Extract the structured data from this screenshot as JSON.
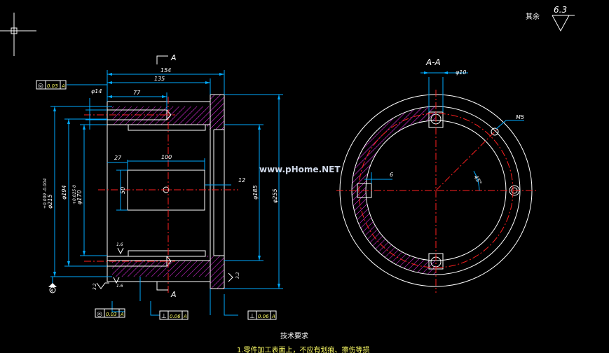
{
  "roughness": {
    "label": "其余",
    "value": "6.3"
  },
  "section": {
    "title": "A-A",
    "arrow_label": "A"
  },
  "dims": {
    "d154": "154",
    "d135": "135",
    "d77": "77",
    "phi14": "φ14",
    "d27": "27",
    "d100": "100",
    "d50": "50",
    "d12": "12",
    "phi185": "φ185",
    "phi255": "φ255",
    "phi215": "φ215",
    "phi215_tol": "+0.009 -0.004",
    "phi194": "φ194",
    "phi170": "φ170",
    "phi170_tol": "+0.025 0",
    "phi10": "φ10",
    "m5": "M5",
    "d6": "6",
    "angle45": "45°"
  },
  "roughness_marks": {
    "r16a": "1.6",
    "r16b": "1.6",
    "r32a": "3.2",
    "r32b": "3.2"
  },
  "tolerance_frames": {
    "concentric_top": {
      "symbol": "◎",
      "value": "0.03",
      "datum": "A"
    },
    "concentric_bottom": {
      "symbol": "◎",
      "value": "0.03",
      "datum": "A"
    },
    "perp_left": {
      "symbol": "⊥",
      "value": "0.06",
      "datum": "A"
    },
    "perp_right": {
      "symbol": "⊥",
      "value": "0.06",
      "datum": "A"
    }
  },
  "datum": "A",
  "watermark": "www.pHome.NET",
  "notes": {
    "title": "技术要求",
    "line1": "1.零件加工表面上，不应有划痕、擦伤等损"
  },
  "colors": {
    "outline": "#ffffff",
    "dimension": "#00aaff",
    "center": "#ff2020",
    "hatch": "#ff33ff",
    "text": "#ffffff"
  }
}
